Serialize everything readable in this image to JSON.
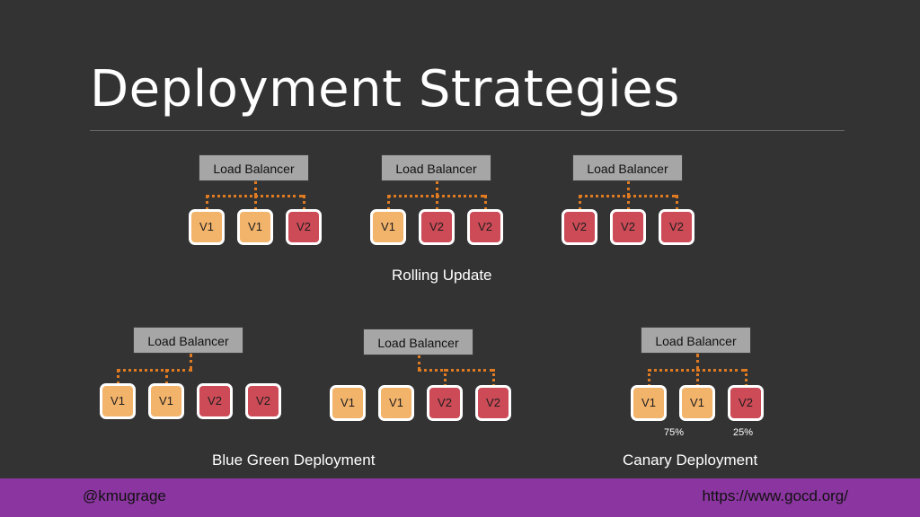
{
  "page": {
    "title": "Deployment Strategies"
  },
  "rolling_update": {
    "caption": "Rolling Update",
    "groups": [
      {
        "lb": "Load Balancer",
        "nodes": [
          "V1",
          "V1",
          "V2"
        ]
      },
      {
        "lb": "Load Balancer",
        "nodes": [
          "V1",
          "V2",
          "V2"
        ]
      },
      {
        "lb": "Load Balancer",
        "nodes": [
          "V2",
          "V2",
          "V2"
        ]
      }
    ]
  },
  "blue_green": {
    "caption": "Blue Green Deployment",
    "groups": [
      {
        "lb": "Load Balancer",
        "nodes": [
          "V1",
          "V1",
          "V2",
          "V2"
        ]
      },
      {
        "lb": "Load Balancer",
        "nodes": [
          "V1",
          "V1",
          "V2",
          "V2"
        ]
      }
    ]
  },
  "canary": {
    "caption": "Canary Deployment",
    "group": {
      "lb": "Load Balancer",
      "nodes": [
        "V1",
        "V1",
        "V2"
      ]
    },
    "split": [
      "75%",
      "25%"
    ]
  },
  "footer": {
    "handle": "@kmugrage",
    "url": "https://www.gocd.org/"
  },
  "colors": {
    "v1": "#f2b36b",
    "v2": "#cc4b57",
    "connector": "#e07b21",
    "footer": "#8b35a0"
  }
}
